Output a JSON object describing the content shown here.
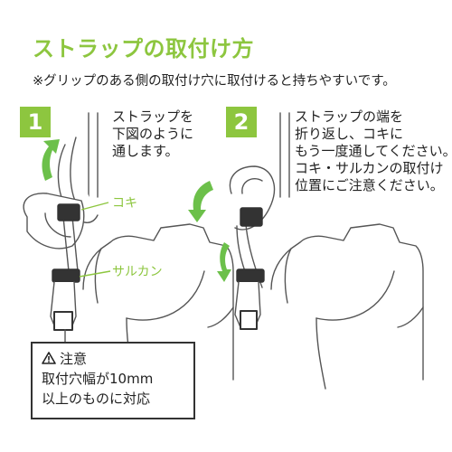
{
  "title": "ストラップの取付け方",
  "subtitle": "※グリップのある側の取付け穴に取付けると持ちやすいです。",
  "steps": [
    {
      "number": "1",
      "lines": [
        "ストラップを",
        "下図のように",
        "通します。"
      ]
    },
    {
      "number": "2",
      "lines": [
        "ストラップの端を",
        "折り返し、コキに",
        "もう一度通してください。",
        "コキ・サルカンの取付け",
        "位置にご注意ください。"
      ]
    }
  ],
  "labels": {
    "koki": "コキ",
    "sarukan": "サルカン"
  },
  "caution": {
    "heading": "注意",
    "lines": [
      "取付穴幅が10mm",
      "以上のものに対応"
    ]
  },
  "colors": {
    "accent": "#8dc63f",
    "arrow": "#6cc04a",
    "line": "#555555"
  },
  "icons": {
    "arrow": "curved-arrow-icon",
    "warning": "warning-triangle-icon"
  }
}
